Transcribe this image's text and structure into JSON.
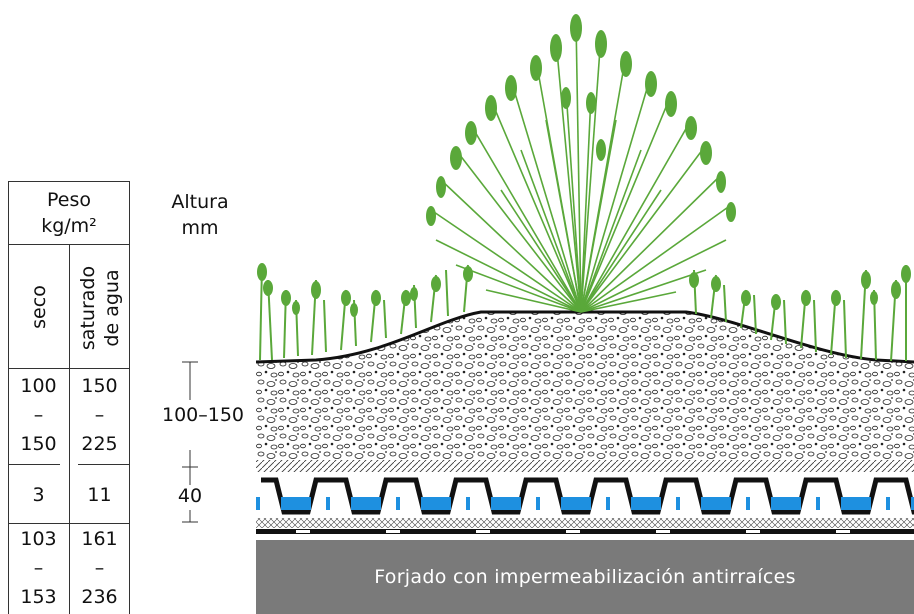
{
  "table": {
    "weight_header_line1": "Peso",
    "weight_header_line2": "kg/m²",
    "col_dry": "seco",
    "col_saturated_line1": "saturado",
    "col_saturated_line2": "de agua",
    "rows": [
      {
        "dry": [
          "100",
          "–",
          "150"
        ],
        "wet": [
          "150",
          "–",
          "225"
        ],
        "height": "100–150"
      },
      {
        "dry": [
          "3"
        ],
        "wet": [
          "11"
        ],
        "height": "40"
      },
      {
        "dry": [
          "103",
          "–",
          "153"
        ],
        "wet": [
          "161",
          "–",
          "236"
        ]
      }
    ]
  },
  "height_header_line1": "Altura",
  "height_header_line2": "mm",
  "slab_label": "Forjado con impermeabilización antirraíces",
  "colors": {
    "plant_green": "#5aa83a",
    "water_blue": "#1e90e0",
    "slab_gray": "#7a7a7a"
  }
}
